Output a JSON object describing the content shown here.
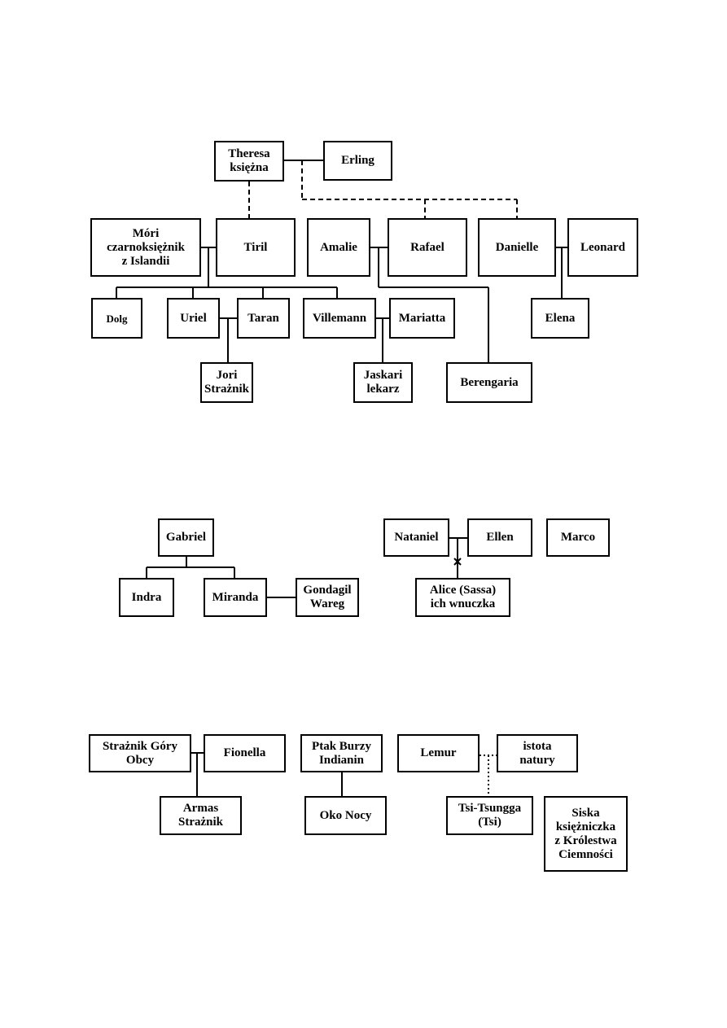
{
  "colors": {
    "line": "#000000",
    "box_border": "#000000",
    "background": "#ffffff"
  },
  "nodes": {
    "theresa": "Theresa\nksiężna",
    "erling": "Erling",
    "mori": "Móri\nczarnoksiężnik\nz Islandii",
    "tiril": "Tiril",
    "amalie": "Amalie",
    "rafael": "Rafael",
    "danielle": "Danielle",
    "leonard": "Leonard",
    "dolg": "Dolg",
    "uriel": "Uriel",
    "taran": "Taran",
    "villemann": "Villemann",
    "mariatta": "Mariatta",
    "elena": "Elena",
    "jori": "Jori\nStrażnik",
    "jaskari": "Jaskari\nlekarz",
    "berengaria": "Berengaria",
    "gabriel": "Gabriel",
    "indra": "Indra",
    "miranda": "Miranda",
    "gondagil": "Gondagil\nWareg",
    "nataniel": "Nataniel",
    "ellen": "Ellen",
    "marco": "Marco",
    "alice": "Alice (Sassa)\nich wnuczka",
    "straznik_gory": "Strażnik Góry\nObcy",
    "fionella": "Fionella",
    "ptak_burzy": "Ptak Burzy\nIndianin",
    "lemur": "Lemur",
    "istota": "istota\nnatury",
    "armas": "Armas\nStrażnik",
    "oko_nocy": "Oko Nocy",
    "tsi": "Tsi-Tsungga\n(Tsi)",
    "siska": "Siska\nksiężniczka\nz Królestwa\nCiemności"
  }
}
